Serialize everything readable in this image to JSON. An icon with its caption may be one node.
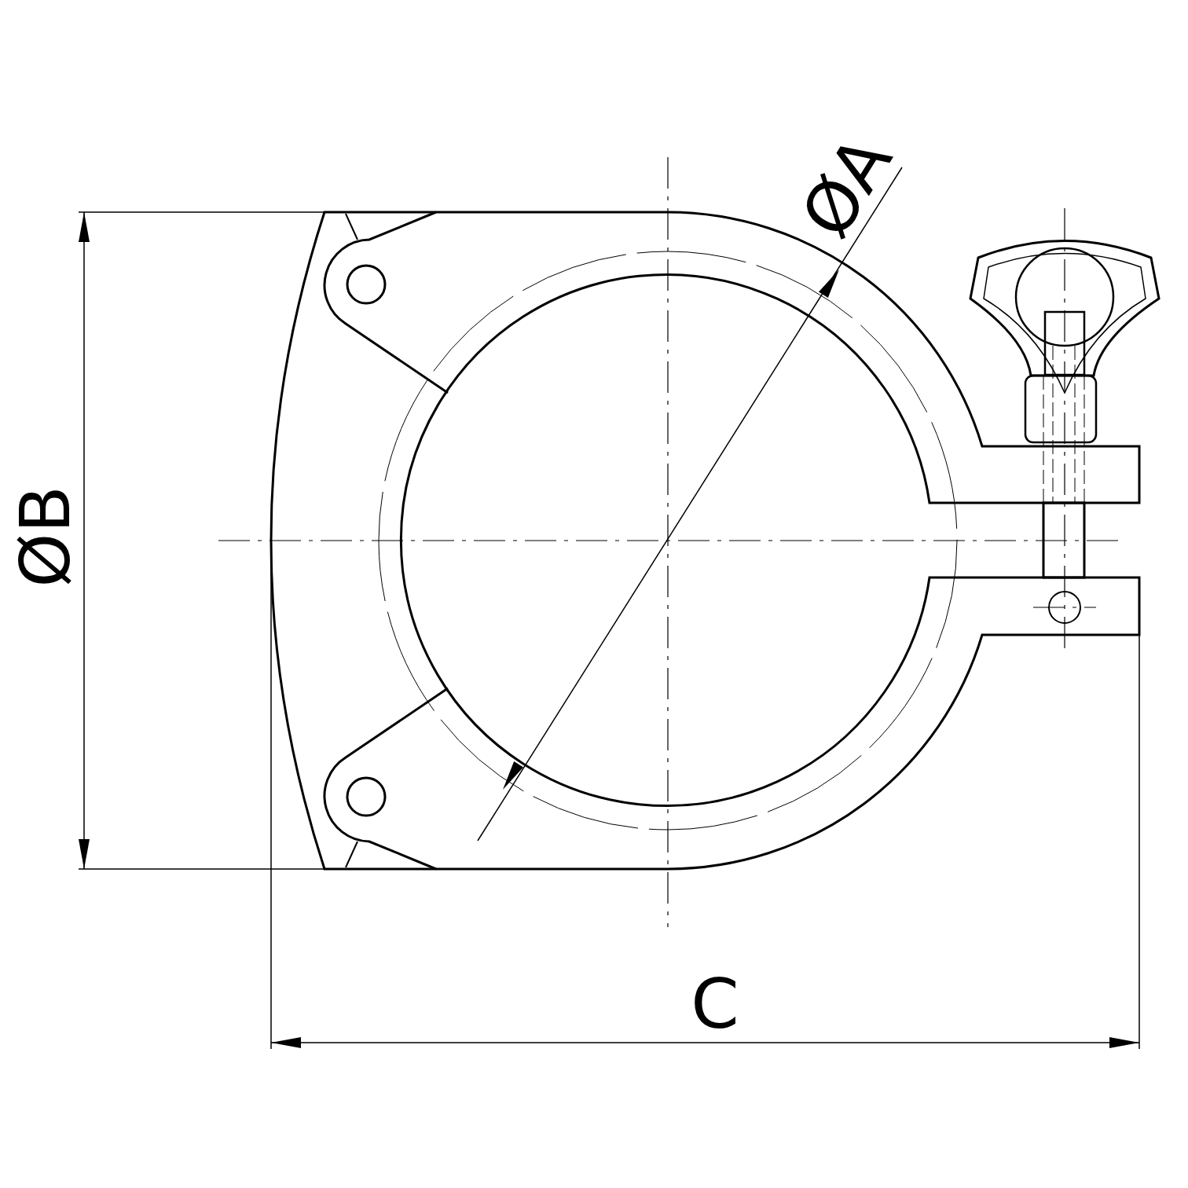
{
  "diagram": {
    "labels": [
      "ØA",
      "ØB",
      "C"
    ]
  }
}
